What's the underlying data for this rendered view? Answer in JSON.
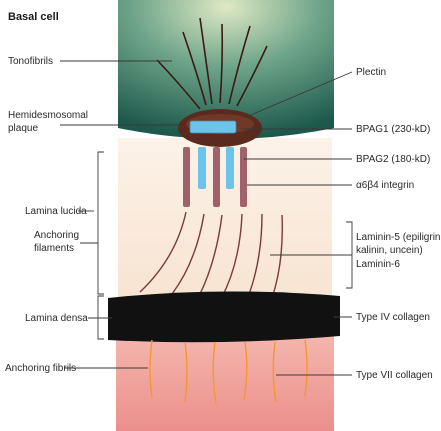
{
  "title": "Basal cell",
  "labels": {
    "tonofibrils": "Tonofibrils",
    "hemidesmosomal_plaque": [
      "Hemidesmosomal",
      "plaque"
    ],
    "lamina_lucida": "Lamina lucida",
    "anchoring_filaments": [
      "Anchoring",
      "filaments"
    ],
    "lamina_densa": "Lamina densa",
    "anchoring_fibrils": "Anchoring fibrils",
    "plectin": "Plectin",
    "bpag1": "BPAG1 (230-kD)",
    "bpag2": "BPAG2 (180-kD)",
    "integrin": "α6β4 integrin",
    "laminin": [
      "Laminin-5 (epiligrin,",
      "kalinin, uncein)",
      "Laminin-6"
    ],
    "type4": "Type IV collagen",
    "type7": "Type VII collagen"
  },
  "colors": {
    "cell_top": "#d7e6bf",
    "cell_bottom": "#1f5c4e",
    "lucida": "#fbeee2",
    "densa": "#111111",
    "dermis_top": "#f3b0a8",
    "dermis_bottom": "#ea8a86",
    "plaque": "#5a2a1e",
    "bpag1": "#6ec3e8",
    "integrin": "#a0616a",
    "fibrils": "#f29a2e",
    "filaments": "#7a3a3a"
  }
}
